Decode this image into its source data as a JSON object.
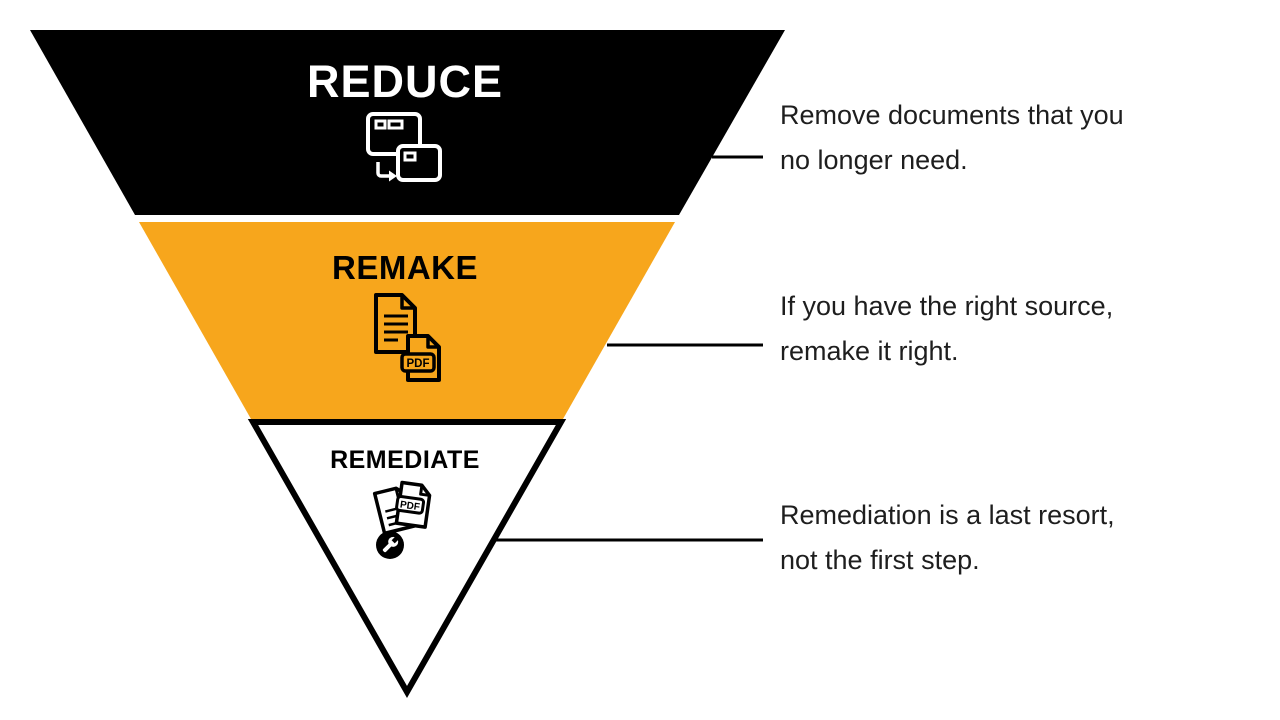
{
  "diagram": {
    "type": "inverted-pyramid",
    "pdf_badge": "PDF",
    "colors": {
      "background": "#FFFFFF",
      "tier1": "#000000",
      "tier2": "#F7A61C",
      "tier3": "#FFFFFF",
      "outline": "#000000",
      "description_text": "#1E1E1E"
    },
    "tiers": [
      {
        "label": "REDUCE",
        "icon": "windows-convert-icon",
        "fill": "#000000",
        "label_color": "#FFFFFF",
        "description_lines": [
          "Remove documents that you",
          "no longer need."
        ]
      },
      {
        "label": "REMAKE",
        "icon": "document-to-pdf-icon",
        "fill": "#F7A61C",
        "label_color": "#000000",
        "description_lines": [
          "If you have the right source,",
          "remake it right."
        ]
      },
      {
        "label": "REMEDIATE",
        "icon": "pdf-repair-icon",
        "fill": "#FFFFFF",
        "label_color": "#000000",
        "description_lines": [
          "Remediation is a last resort,",
          "not the first step."
        ]
      }
    ]
  }
}
